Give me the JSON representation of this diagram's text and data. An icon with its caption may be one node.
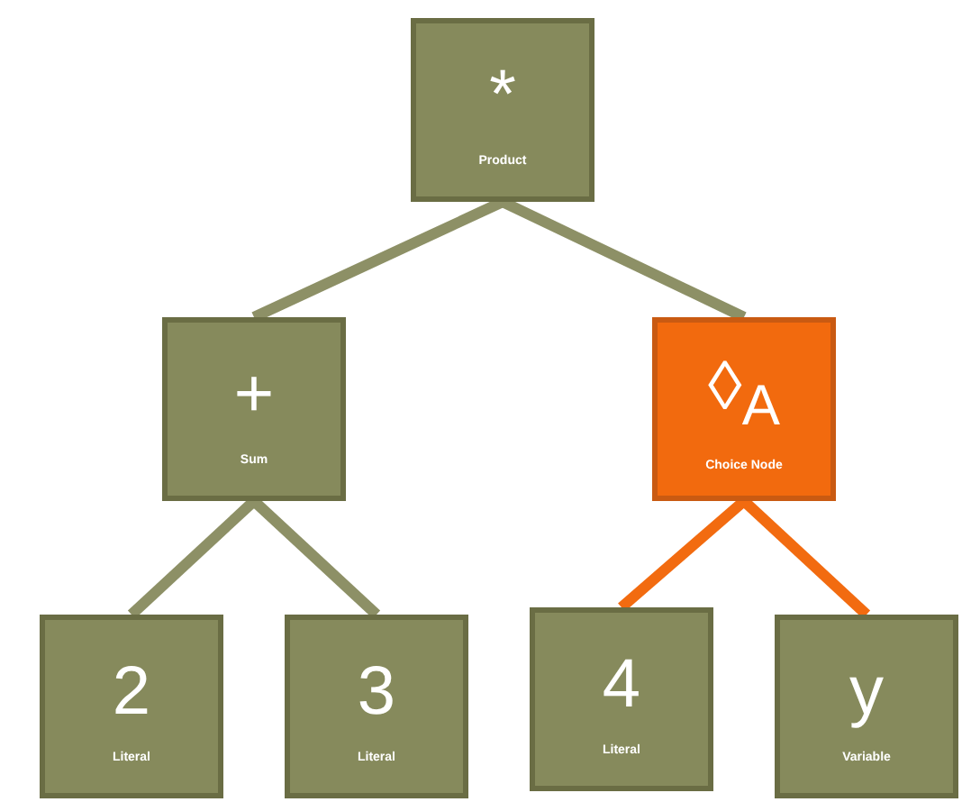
{
  "diagram": {
    "nodes": [
      {
        "text": [
          "*",
          "Product"
        ]
      },
      {
        "text": [
          "+",
          "Sum"
        ]
      },
      {
        "text": [
          "◊$_{A}$",
          "Choice Node"
        ]
      },
      {
        "text": [
          "2",
          "Literal"
        ]
      },
      {
        "text": [
          "3",
          "Literal"
        ]
      },
      {
        "text": [
          "4",
          "Literal"
        ]
      },
      {
        "text": [
          "y",
          "Variable"
        ]
      }
    ],
    "edges": [
      {
        "from": 0,
        "to": 1,
        "arrow": "none"
      },
      {
        "from": 0,
        "to": 2,
        "arrow": "none"
      },
      {
        "from": 1,
        "to": 3,
        "arrow": "none"
      },
      {
        "from": 1,
        "to": 4,
        "arrow": "none"
      },
      {
        "from": 2,
        "to": 5,
        "arrow": "none",
        "color": "#f26b10"
      },
      {
        "from": 2,
        "to": 6,
        "arrow": "none",
        "color": "#f26b10"
      }
    ]
  }
}
